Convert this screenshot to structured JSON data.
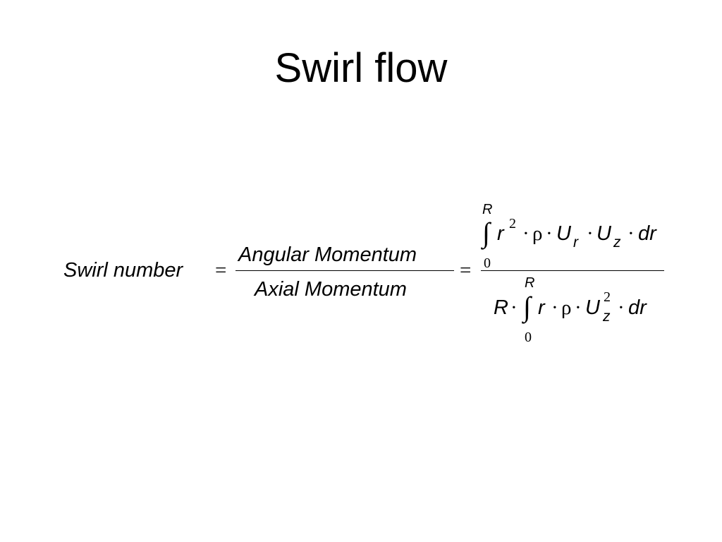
{
  "slide": {
    "title": "Swirl flow"
  },
  "equation": {
    "lhs": "Swirl number",
    "equals": "=",
    "ratio": {
      "numerator": "Angular  Momentum",
      "denominator": "Axial Momentum"
    },
    "integral_form": {
      "numerator": {
        "upper_limit": "R",
        "lower_limit": "0",
        "integral_sign": "∫",
        "r": "r",
        "r_exponent": "2",
        "dot": "·",
        "rho": "ρ",
        "U": "U",
        "sub_r": "r",
        "sub_z": "z",
        "dr": "dr"
      },
      "denominator": {
        "prefix": "R",
        "upper_limit": "R",
        "lower_limit": "0",
        "integral_sign": "∫",
        "r": "r",
        "dot": "·",
        "rho": "ρ",
        "U": "U",
        "sub_z": "z",
        "U_exponent": "2",
        "dr": "dr"
      }
    }
  }
}
